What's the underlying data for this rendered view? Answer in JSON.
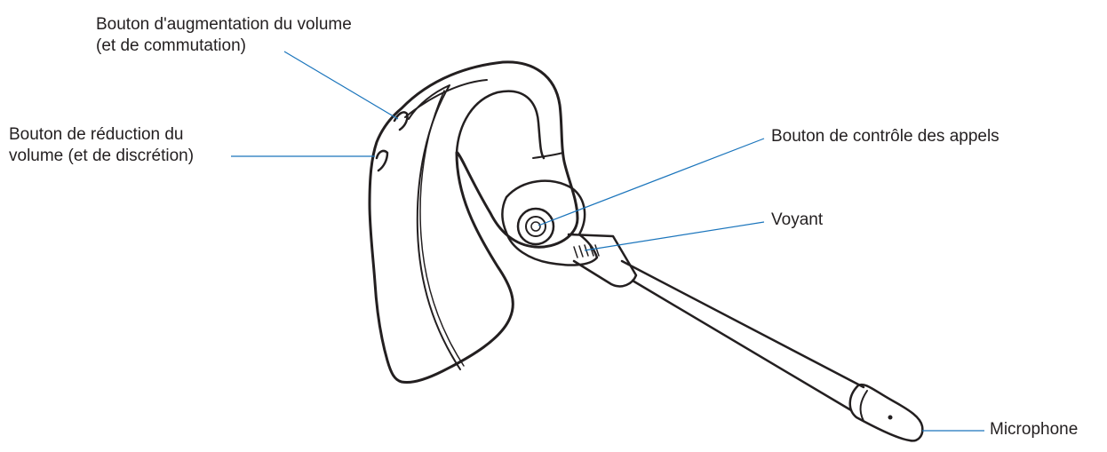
{
  "labels": {
    "volume_up_line1": "Bouton d'augmentation du volume",
    "volume_up_line2": "(et de commutation)",
    "volume_down_line1": "Bouton de réduction du",
    "volume_down_line2": "volume (et de discrétion)",
    "call_control": "Bouton de contrôle des appels",
    "led": "Voyant",
    "microphone": "Microphone"
  },
  "colors": {
    "leader_line": "#1b75bc",
    "outline": "#231f20",
    "text": "#231f20"
  }
}
